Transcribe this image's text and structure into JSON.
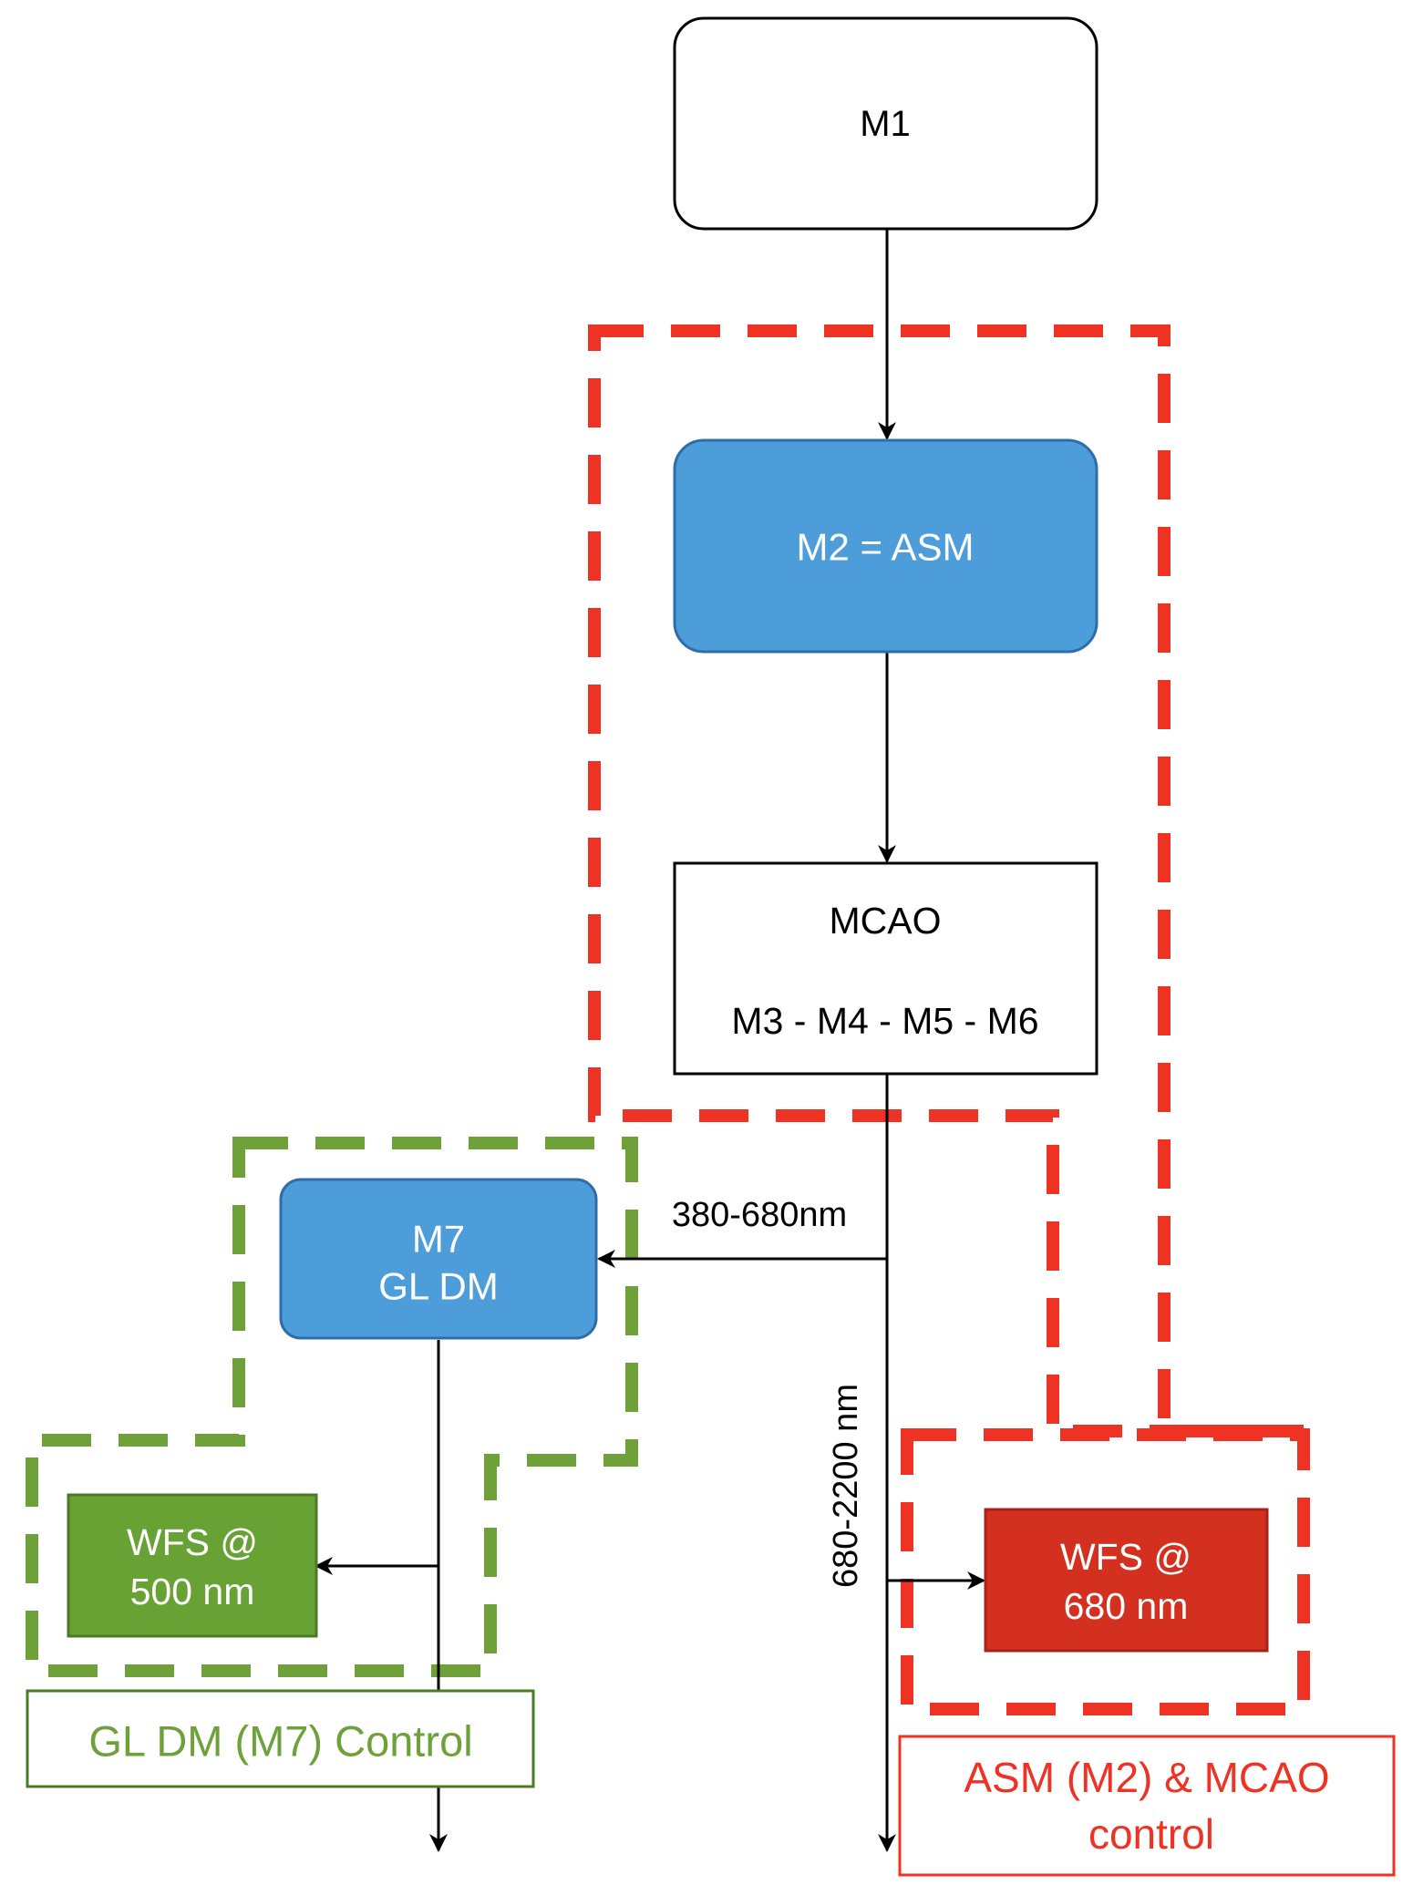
{
  "nodes": {
    "m1": {
      "label": "M1"
    },
    "m2": {
      "label": "M2 = ASM"
    },
    "mcao": {
      "title": "MCAO",
      "subtitle": "M3 - M4 - M5 - M6"
    },
    "m7": {
      "line1": "M7",
      "line2": "GL DM"
    },
    "wfs500": {
      "line1": "WFS @",
      "line2": "500 nm"
    },
    "wfs680": {
      "line1": "WFS @",
      "line2": "680 nm"
    }
  },
  "edges": {
    "visible_band": "380-680nm",
    "ir_band": "680-2200 nm"
  },
  "legends": {
    "gl_control": "GL DM (M7) Control",
    "asm_control_line1": "ASM (M2)  & MCAO",
    "asm_control_line2": "control"
  },
  "colors": {
    "red": "#EE3224",
    "green": "#6EA13A",
    "blue": "#4E9DDB",
    "blue_border": "#2E6DA8",
    "wfs_red": "#D3301F",
    "wfs_red_border": "#A82218",
    "wfs_green": "#68A235",
    "wfs_green_border": "#4A7A25"
  }
}
